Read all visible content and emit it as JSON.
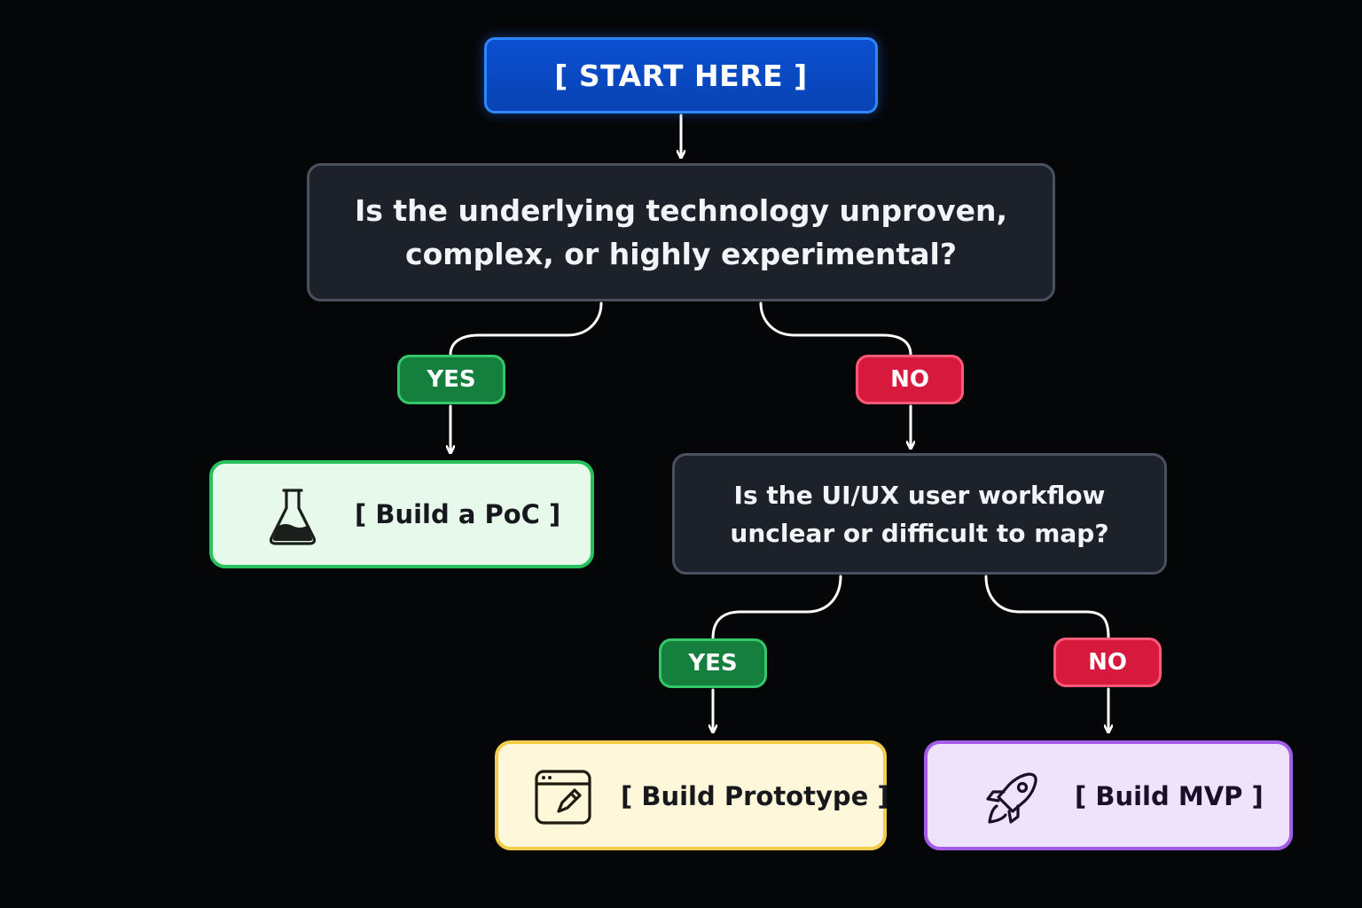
{
  "start": {
    "label": "[  START HERE  ]"
  },
  "question1": {
    "line1": "Is the underlying technology unproven,",
    "line2": "complex, or highly experimental?"
  },
  "question2": {
    "line1": "Is the UI/UX user workflow",
    "line2": "unclear or difficult to map?"
  },
  "branches": {
    "q1_yes": "YES",
    "q1_no": "NO",
    "q2_yes": "YES",
    "q2_no": "NO"
  },
  "outcomes": {
    "poc": {
      "label": "[ Build a PoC ]",
      "icon": "flask-icon"
    },
    "prototype": {
      "label": "[ Build Prototype ]",
      "icon": "browser-edit-icon"
    },
    "mvp": {
      "label": "[ Build MVP ]",
      "icon": "rocket-icon"
    }
  },
  "colors": {
    "start": "#0b4fd0",
    "yes": "#15803d",
    "no": "#d6193c",
    "poc": "#27c25c",
    "prototype": "#f2cd4a",
    "mvp": "#a35ce8"
  }
}
